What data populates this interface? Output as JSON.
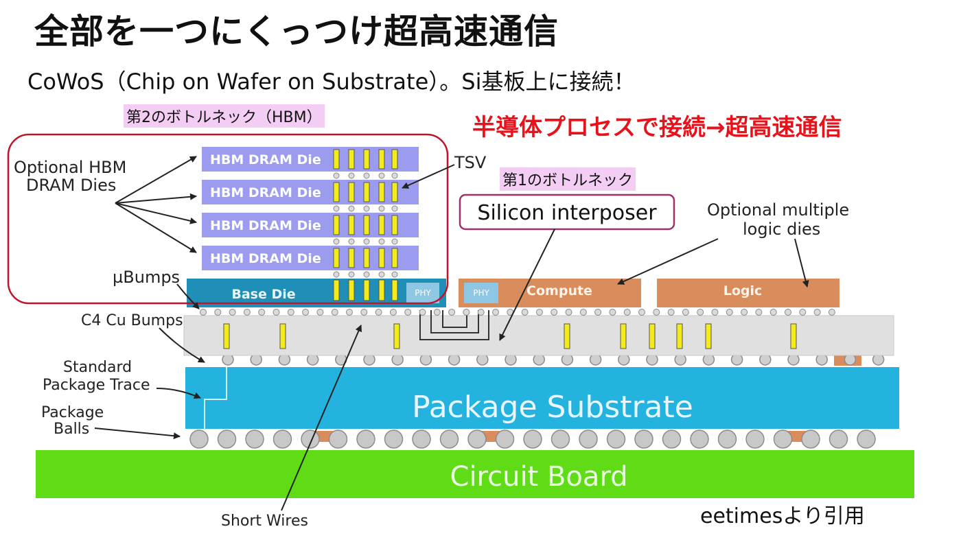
{
  "slide": {
    "title": "全部を一つにくっつけ超高速通信",
    "subtitle": "CoWoS（Chip on Wafer on Substrate）。Si基板上に接続！",
    "bottleneck2": "第2のボトルネック（HBM）",
    "bottleneck1": "第1のボトルネック",
    "red_note": "半導体プロセスで接続→超高速通信",
    "credit": "eetimesより引用"
  },
  "diagram": {
    "labels": {
      "hbm_dies": [
        "Optional HBM",
        "DRAM Dies"
      ],
      "tsv": "TSV",
      "ubumps": "µBumps",
      "c4": "C4 Cu Bumps",
      "trace": [
        "Standard",
        "Package Trace"
      ],
      "balls": [
        "Package",
        "Balls"
      ],
      "short_wires": "Short Wires",
      "interposer": "Silicon interposer",
      "logic_dies": [
        "Optional multiple",
        "logic dies"
      ]
    },
    "blocks": {
      "hbm_die": "HBM DRAM Die",
      "base_die": "Base Die",
      "phy": "PHY",
      "compute": "Compute",
      "logic": "Logic",
      "substrate": "Package Substrate",
      "board": "Circuit Board"
    },
    "colors": {
      "hbm": "#9b9cf0",
      "base": "#1f8fb8",
      "compute": "#d98c5c",
      "substrate": "#24b3df",
      "board": "#5fdc16",
      "interposer": "#e0e0e0",
      "via": "#f4ec1a",
      "frame_red": "#c0142a",
      "frame_purple": "#a0306a"
    }
  }
}
